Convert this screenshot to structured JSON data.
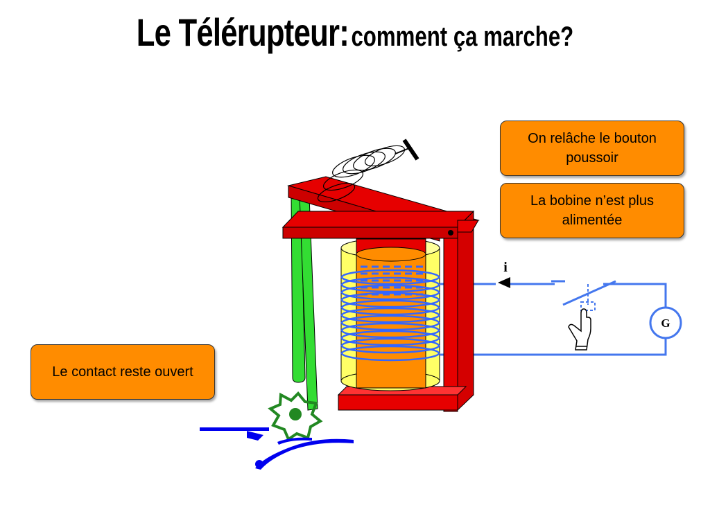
{
  "title": {
    "main": "Le Télérupteur:",
    "sub": "comment ça marche?"
  },
  "callouts": {
    "button_released": "On relâche le bouton poussoir",
    "coil_unpowered": "La bobine n’est plus alimentée",
    "contact_open": "Le contact reste ouvert"
  },
  "labels": {
    "current": "i",
    "generator": "G"
  },
  "colors": {
    "frame": "#e60000",
    "frame_top": "#cc0000",
    "core": "#ff8c00",
    "coil_sleeve": "#ffff66",
    "winding": "#3366ff",
    "wire": "#4477ee",
    "lever": "#33dd33",
    "ratchet": "#228822",
    "contact": "#0000ee",
    "callout_fill": "#ff8c00"
  },
  "icons": [
    "spring-icon",
    "hand-pointer-icon",
    "generator-icon",
    "current-arrow-icon",
    "ratchet-wheel-icon"
  ]
}
